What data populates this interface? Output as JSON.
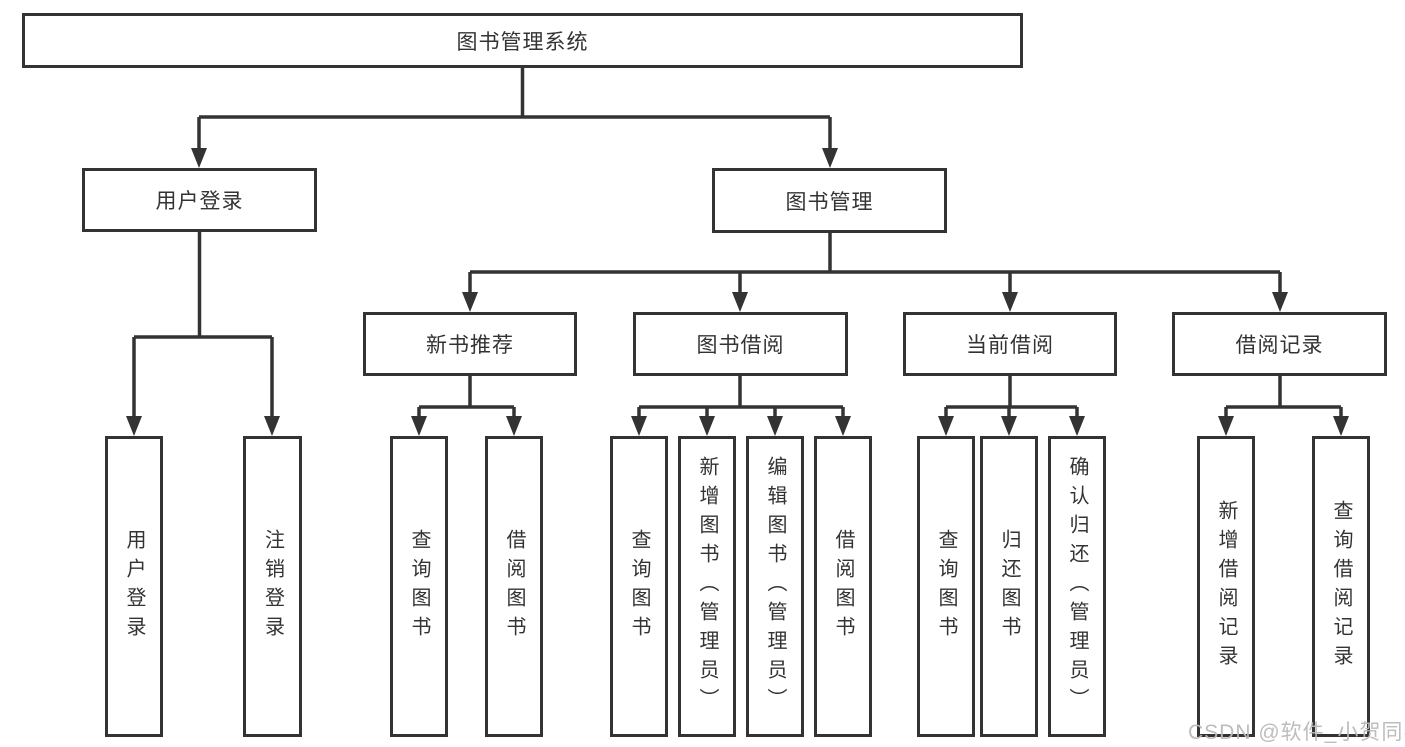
{
  "nodes": {
    "root": "图书管理系统",
    "level2": {
      "login": "用户登录",
      "management": "图书管理"
    },
    "branches": [
      "新书推荐",
      "图书借阅",
      "当前借阅",
      "借阅记录"
    ],
    "leaves": {
      "login": [
        "用户登录",
        "注销登录"
      ],
      "recommend": [
        "查询图书",
        "借阅图书"
      ],
      "borrow": [
        "查询图书",
        "新增图书（管理员）",
        "编辑图书（管理员）",
        "借阅图书"
      ],
      "current": [
        "查询图书",
        "归还图书",
        "确认归还（管理员）"
      ],
      "records": [
        "新增借阅记录",
        "查询借阅记录"
      ]
    }
  },
  "watermark": "CSDN @软件_小贺同学",
  "colors": {
    "line": "#333333",
    "box_border": "#333333",
    "box_background": "#ffffff",
    "text": "#333333",
    "watermark": "#b9b9b9",
    "page_background": "#ffffff"
  }
}
